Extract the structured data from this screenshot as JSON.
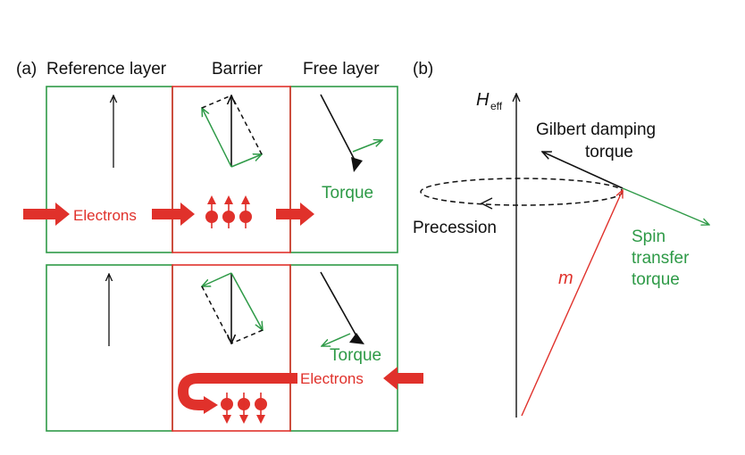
{
  "panel_a": {
    "label": "(a)",
    "headers": {
      "reference": "Reference layer",
      "barrier": "Barrier",
      "free": "Free layer"
    },
    "top": {
      "electrons": "Electrons",
      "torque": "Torque"
    },
    "bottom": {
      "electrons": "Electrons",
      "torque": "Torque"
    }
  },
  "panel_b": {
    "label": "(b)",
    "heff_main": "H",
    "heff_sub": "eff",
    "gilbert_line1": "Gilbert damping",
    "gilbert_line2": "torque",
    "precession": "Precession",
    "spin_line1": "Spin",
    "spin_line2": "transfer",
    "spin_line3": "torque",
    "m": "m"
  },
  "colors": {
    "red": "#e0312b",
    "green": "#2e9a47",
    "black": "#111111"
  }
}
